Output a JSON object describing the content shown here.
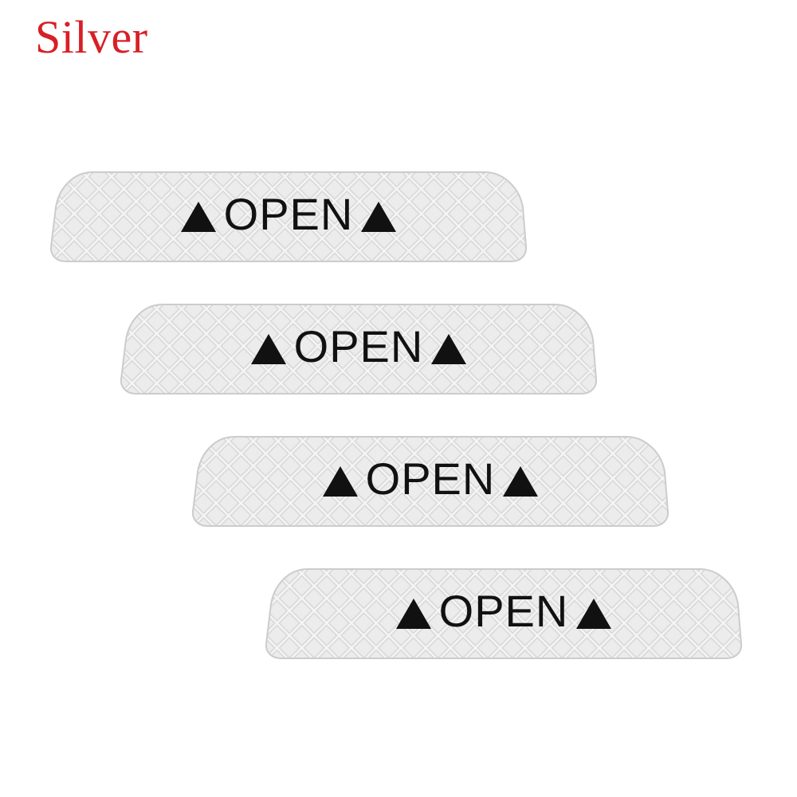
{
  "label": {
    "text": "Silver",
    "color": "#d81f26"
  },
  "stickers": [
    {
      "text": "OPEN",
      "icon_left": "triangle-up-icon",
      "icon_right": "triangle-up-icon"
    },
    {
      "text": "OPEN",
      "icon_left": "triangle-up-icon",
      "icon_right": "triangle-up-icon"
    },
    {
      "text": "OPEN",
      "icon_left": "triangle-up-icon",
      "icon_right": "triangle-up-icon"
    },
    {
      "text": "OPEN",
      "icon_left": "triangle-up-icon",
      "icon_right": "triangle-up-icon"
    }
  ],
  "colors": {
    "sticker_fill": "#f4f4f4",
    "sticker_pattern": "#d9d9d9",
    "sticker_edge": "#c9c9c9",
    "text": "#111111"
  }
}
